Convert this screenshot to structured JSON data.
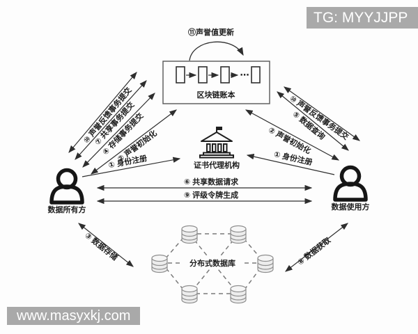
{
  "badges": {
    "tg": "TG: MYYJJPP",
    "site": "www.masyxkj.com"
  },
  "nodes": {
    "ledger": "区块链账本",
    "ledger_ellipsis": "⋯",
    "agency": "证书代理机构",
    "owner": "数据所有方",
    "user": "数据使用方",
    "database": "分布式数据库"
  },
  "flows": {
    "identity_register_left": "① 身份注册",
    "identity_register_right": "① 身份注册",
    "reputation_init_left": "② 声誉初始化",
    "reputation_init_right": "② 声誉初始化",
    "data_store": "③ 数据存储",
    "storage_tx_commit": "④ 存储事务提交",
    "data_query": "⑤ 数据查询",
    "share_data_request": "⑥ 共享数据请求",
    "share_tx_commit": "⑦ 共享事务提交",
    "data_fetch": "⑧ 数据获取",
    "rating_token_gen": "⑨ 评级令牌生成",
    "reputation_feedback_left": "⑩ 声誉反馈事务提交",
    "reputation_feedback_right": "⑩ 声誉反馈事务提交",
    "reputation_update": "⑪声誉值更新"
  },
  "colors": {
    "badge_bg": "#a9a9a9",
    "badge_text": "#ffffff",
    "line": "#2e2e2e",
    "text": "#1c1c1c",
    "cylinder_fill": "#ececec",
    "cylinder_stroke": "#8f8f8f",
    "background": "#fdfdfd"
  }
}
